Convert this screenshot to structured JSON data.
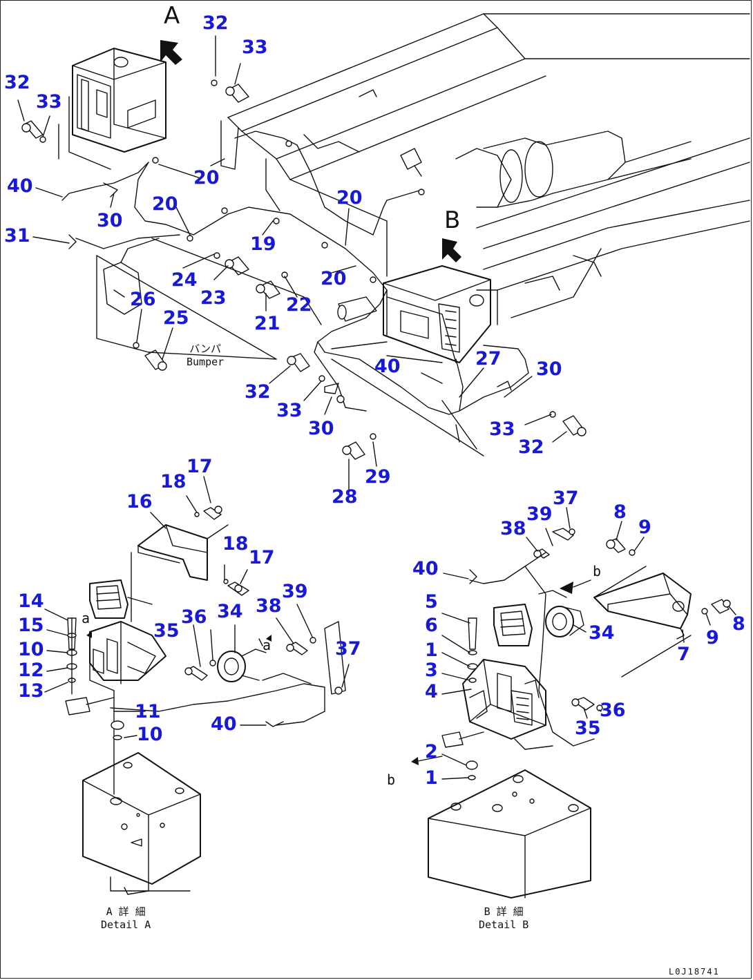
{
  "view_markers": {
    "a": "A",
    "b": "B"
  },
  "leader_letters": {
    "a1": "a",
    "a2": "a",
    "b1": "b",
    "b2": "b"
  },
  "bumper_label": {
    "jp": "バンパ",
    "en": "Bumper"
  },
  "detail_a_label": {
    "jp": "A 詳 細",
    "en": "Detail A"
  },
  "detail_b_label": {
    "jp": "B 詳 細",
    "en": "Detail B"
  },
  "drawing_ref": "L0J18741",
  "callouts": {
    "top": [
      "32",
      "33",
      "33",
      "32",
      "40",
      "20",
      "30",
      "20",
      "20",
      "31",
      "19",
      "24",
      "23",
      "20",
      "26",
      "25",
      "22",
      "21",
      "27",
      "40",
      "30",
      "32",
      "33",
      "30",
      "33",
      "32",
      "28",
      "29"
    ],
    "detail_a": [
      "16",
      "18",
      "17",
      "18",
      "17",
      "14",
      "15",
      "10",
      "12",
      "13",
      "11",
      "10",
      "36",
      "34",
      "38",
      "39",
      "35",
      "37",
      "40"
    ],
    "detail_b": [
      "37",
      "38",
      "39",
      "8",
      "9",
      "40",
      "5",
      "6",
      "1",
      "3",
      "4",
      "34",
      "9",
      "8",
      "7",
      "35",
      "36",
      "2",
      "1"
    ]
  }
}
